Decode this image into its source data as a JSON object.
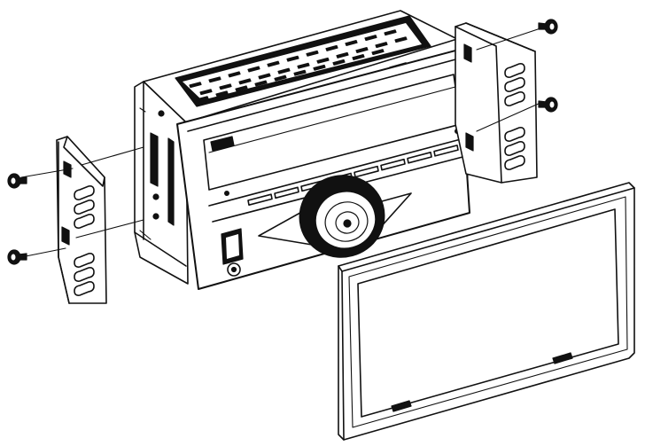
{
  "diagram": {
    "kind": "exploded-installation-view",
    "components": [
      {
        "id": "head-unit",
        "count": 1
      },
      {
        "id": "mounting-bracket",
        "count": 2
      },
      {
        "id": "mounting-screw",
        "count": 4
      },
      {
        "id": "trim-ring",
        "count": 1
      }
    ],
    "colors": {
      "line": "#111111",
      "background": "#ffffff"
    }
  }
}
